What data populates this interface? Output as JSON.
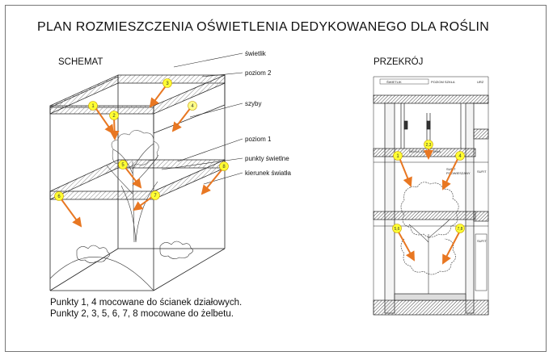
{
  "title": "PLAN ROZMIESZCZENIA OŚWIETLENIA DEDYKOWANEGO DLA ROŚLIN",
  "schemat": {
    "heading": "SCHEMAT",
    "labels": {
      "swietlik": "świetlik",
      "poziom2": "poziom 2",
      "szyby": "szyby",
      "poziom1": "poziom 1",
      "punkty": "punkty świetlne",
      "kierunek": "kierunek światła"
    },
    "markers": [
      {
        "id": "1",
        "label": "1"
      },
      {
        "id": "2",
        "label": "2"
      },
      {
        "id": "3",
        "label": "3"
      },
      {
        "id": "4",
        "label": "4"
      },
      {
        "id": "5",
        "label": "5"
      },
      {
        "id": "6",
        "label": "6"
      },
      {
        "id": "7",
        "label": "7"
      },
      {
        "id": "8",
        "label": "8"
      }
    ]
  },
  "przekroj": {
    "heading": "PRZEKRÓJ",
    "small_labels": {
      "swietlik": "ŚWIETLIK",
      "poziom_szkla": "POZIOM SZKŁA",
      "urz": "URZ",
      "belka": "BELKA ZADASZENIA",
      "sufit": "SUFIT",
      "podwieszany": "PODWIESZANY",
      "sufit2": "SUFIT",
      "sufit3": "SUFIT"
    },
    "markers": [
      {
        "id": "s1",
        "label": "1"
      },
      {
        "id": "s23",
        "label": "2,3"
      },
      {
        "id": "s4",
        "label": "4"
      },
      {
        "id": "s56",
        "label": "5,6"
      },
      {
        "id": "s78",
        "label": "7,8"
      }
    ]
  },
  "notes": {
    "line1": "Punkty 1, 4 mocowane do ścianek działowych.",
    "line2": "Punkty 2, 3, 5, 6, 7, 8 mocowane do żelbetu."
  },
  "colors": {
    "marker_fill": "#ffff33",
    "marker_stroke": "#c8a000",
    "arrow": "#e87722",
    "line": "#222222",
    "hatch": "#888888"
  }
}
